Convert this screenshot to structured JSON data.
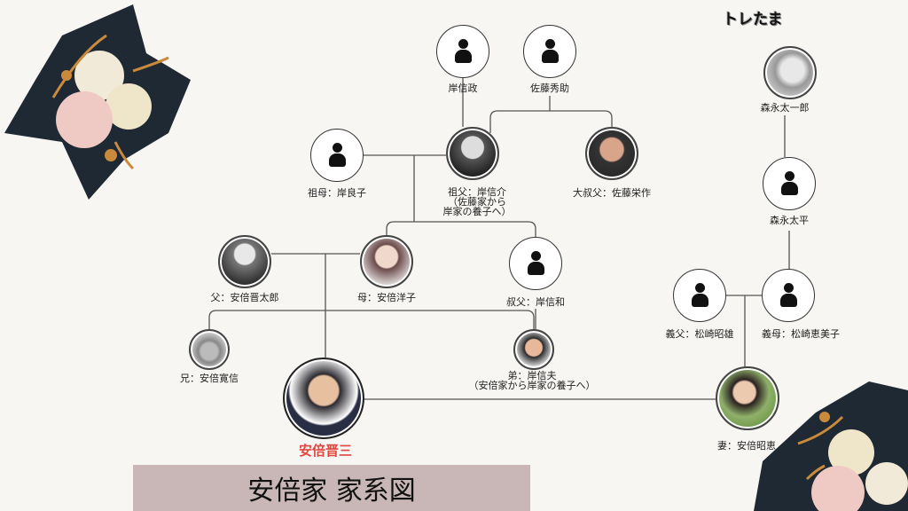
{
  "brand": "トレたま",
  "title": "安倍家 家系図",
  "colors": {
    "main": "#e0473f",
    "band": "#c9b7b7",
    "line": "#555555"
  },
  "people": {
    "kishi_nobumasa": {
      "label": "岸信政",
      "icon": "person-icon"
    },
    "sato_hidesuke": {
      "label": "佐藤秀助",
      "icon": "person-icon"
    },
    "grandmother": {
      "label": "祖母：岸良子",
      "icon": "person-icon"
    },
    "grandfather": {
      "label": "祖父：岸信介",
      "note1": "（佐藤家から",
      "note2": "岸家の養子へ）",
      "icon": "photo"
    },
    "granduncle": {
      "label": "大叔父：佐藤栄作",
      "icon": "photo"
    },
    "father": {
      "label": "父：安倍晋太郎",
      "icon": "photo"
    },
    "mother": {
      "label": "母：安倍洋子",
      "icon": "photo"
    },
    "uncle": {
      "label": "叔父：岸信和",
      "icon": "person-icon"
    },
    "brother_elder": {
      "label": "兄：安倍寛信",
      "icon": "photo"
    },
    "brother_younger": {
      "label": "弟：岸信夫",
      "note": "（安倍家から岸家の養子へ）",
      "icon": "photo"
    },
    "shinzo": {
      "label": "安倍晋三",
      "icon": "photo"
    },
    "morinaga_taichiro": {
      "label": "森永太一郎",
      "icon": "photo"
    },
    "morinaga_taihei": {
      "label": "森永太平",
      "icon": "person-icon"
    },
    "father_in_law": {
      "label": "義父：松崎昭雄",
      "icon": "person-icon"
    },
    "mother_in_law": {
      "label": "義母：松崎恵美子",
      "icon": "person-icon"
    },
    "wife": {
      "label": "妻：安倍昭恵",
      "icon": "photo"
    }
  }
}
